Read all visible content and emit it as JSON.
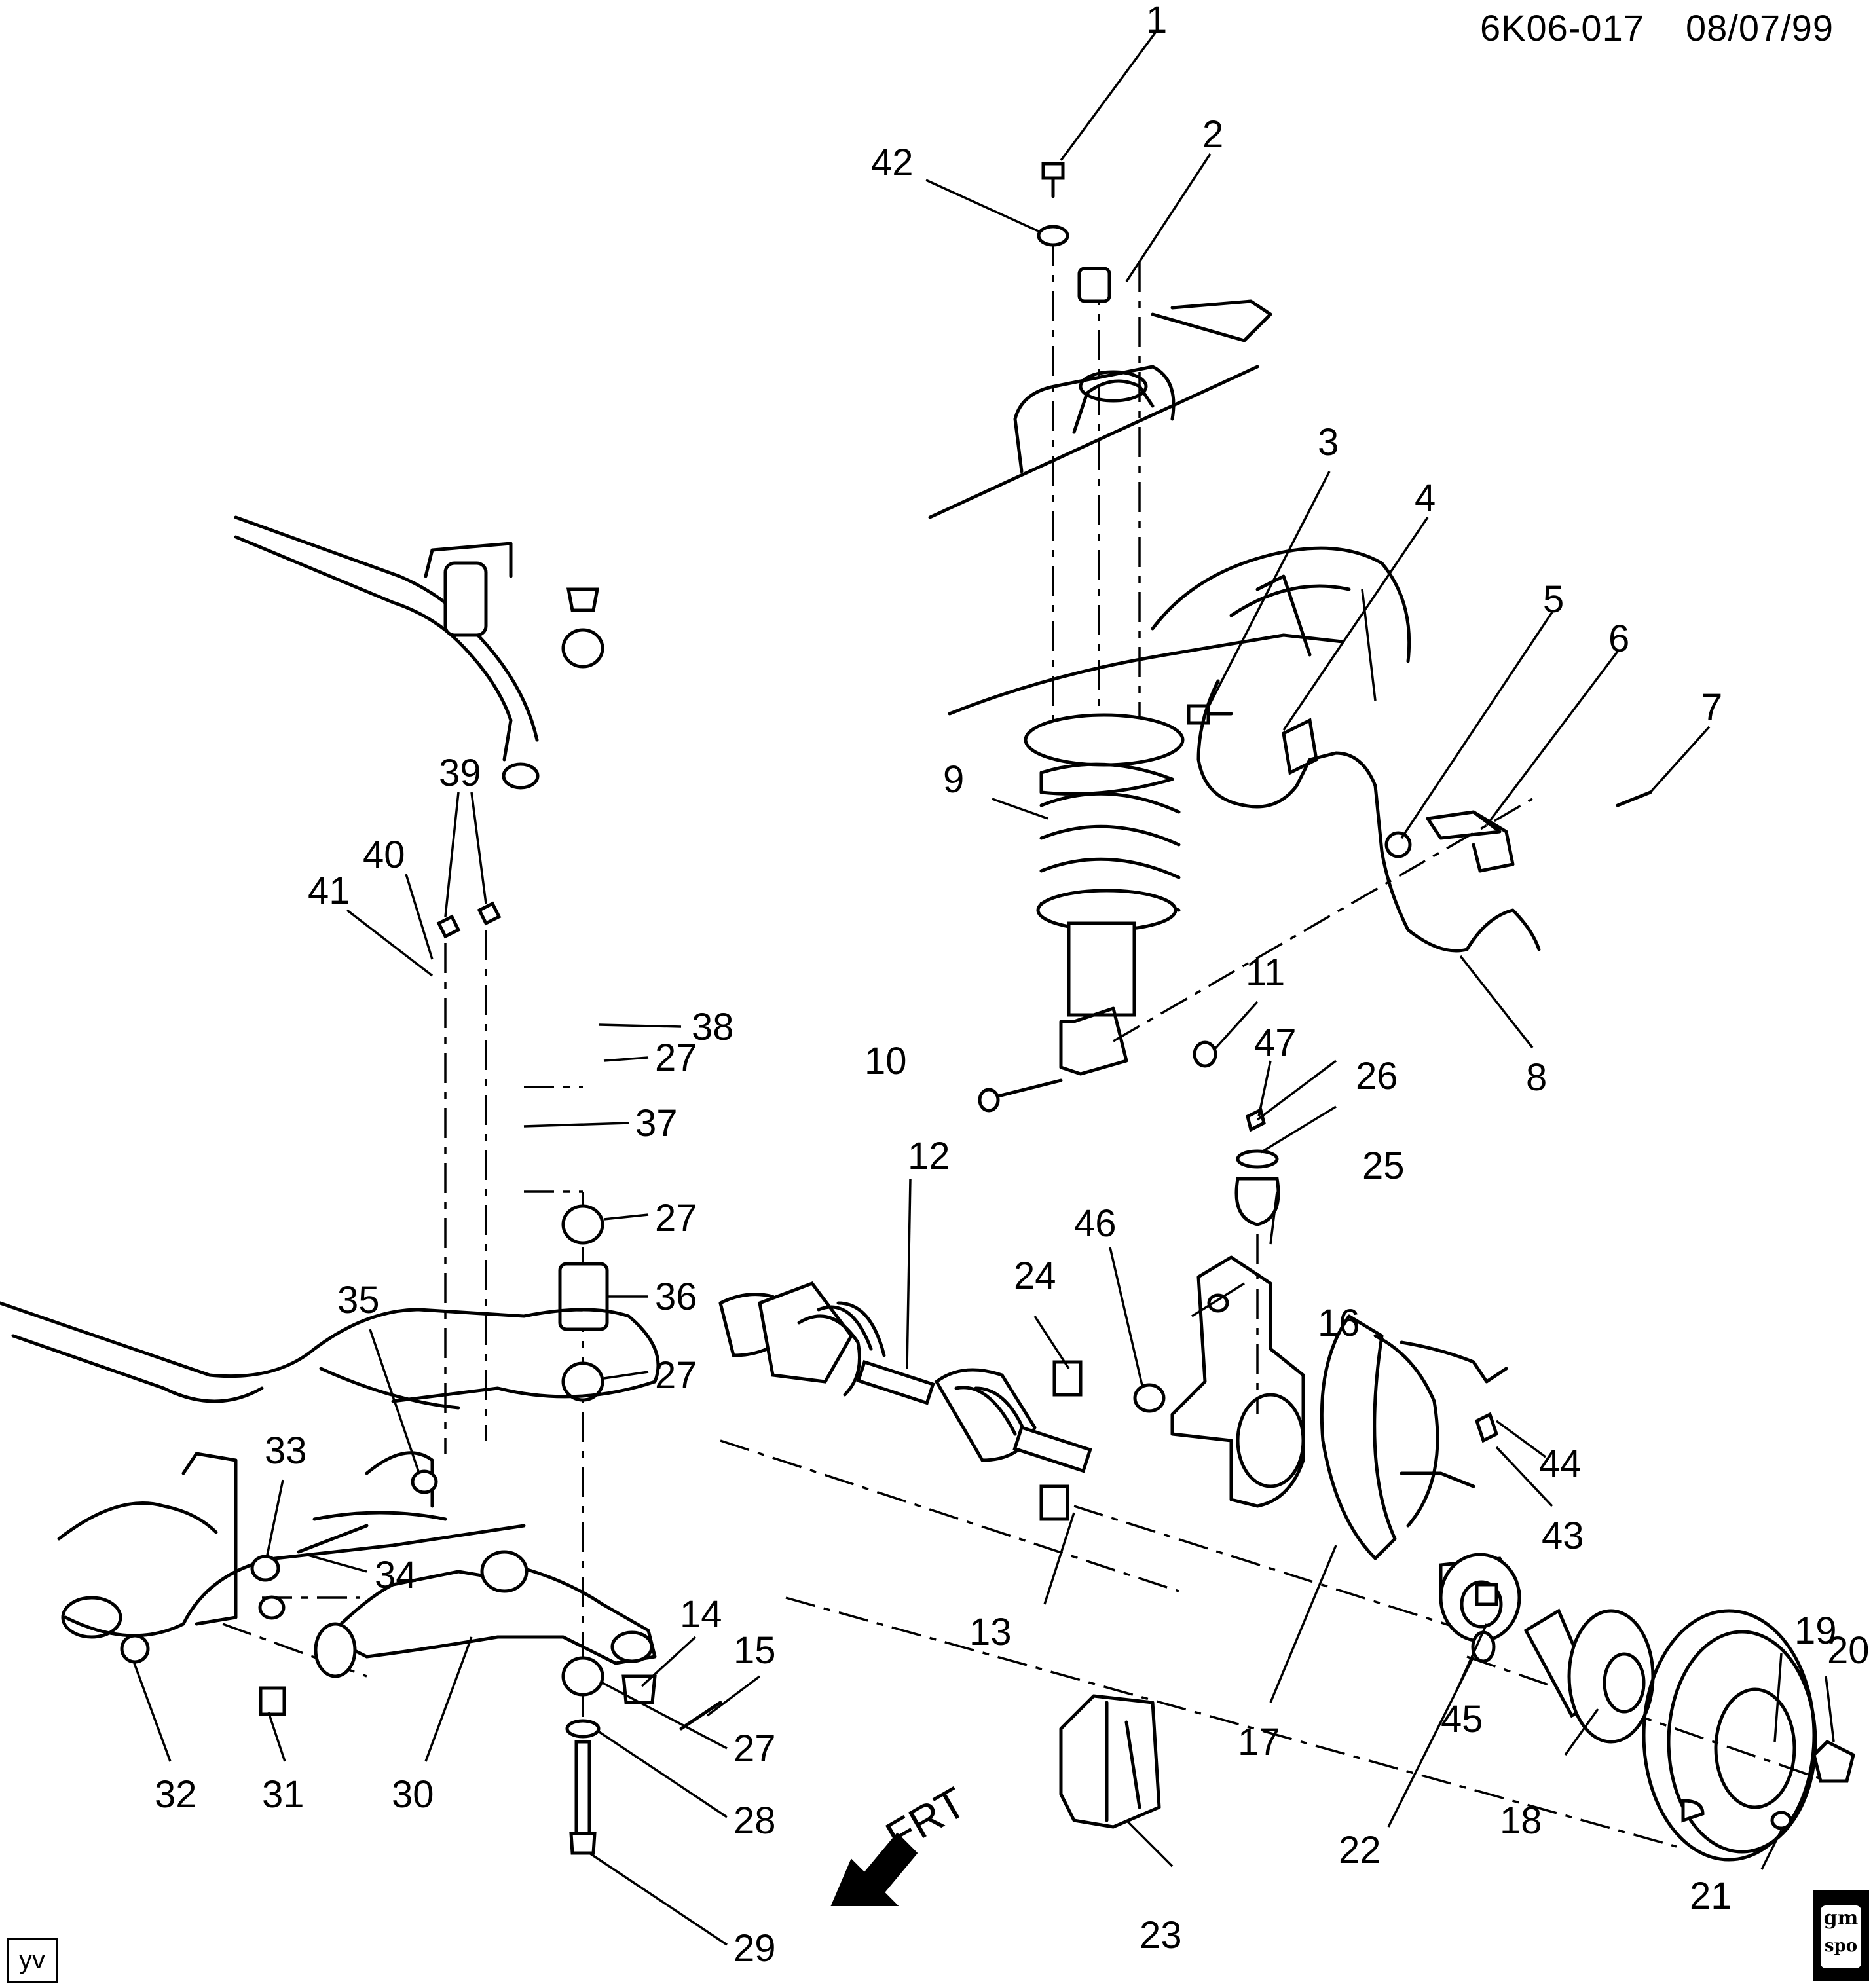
{
  "header": {
    "code": "6K06-017",
    "date": "08/07/99"
  },
  "footer": {
    "initials": "yv",
    "logo_top": "gm",
    "logo_bottom": "spo"
  },
  "direction": {
    "label": "FRT",
    "icon": "arrow-down-left-icon"
  },
  "callouts": [
    {
      "id": "c1",
      "text": "1"
    },
    {
      "id": "c2",
      "text": "2"
    },
    {
      "id": "c3",
      "text": "3"
    },
    {
      "id": "c4",
      "text": "4"
    },
    {
      "id": "c5",
      "text": "5"
    },
    {
      "id": "c6",
      "text": "6"
    },
    {
      "id": "c7",
      "text": "7"
    },
    {
      "id": "c8",
      "text": "8"
    },
    {
      "id": "c9",
      "text": "9"
    },
    {
      "id": "c10",
      "text": "10"
    },
    {
      "id": "c11",
      "text": "11"
    },
    {
      "id": "c12",
      "text": "12"
    },
    {
      "id": "c13",
      "text": "13"
    },
    {
      "id": "c14",
      "text": "14"
    },
    {
      "id": "c15",
      "text": "15"
    },
    {
      "id": "c16",
      "text": "16"
    },
    {
      "id": "c17",
      "text": "17"
    },
    {
      "id": "c18",
      "text": "18"
    },
    {
      "id": "c19",
      "text": "19"
    },
    {
      "id": "c20",
      "text": "20"
    },
    {
      "id": "c21",
      "text": "21"
    },
    {
      "id": "c22",
      "text": "22"
    },
    {
      "id": "c23",
      "text": "23"
    },
    {
      "id": "c24",
      "text": "24"
    },
    {
      "id": "c25",
      "text": "25"
    },
    {
      "id": "c26",
      "text": "26"
    },
    {
      "id": "c27a",
      "text": "27"
    },
    {
      "id": "c27b",
      "text": "27"
    },
    {
      "id": "c27c",
      "text": "27"
    },
    {
      "id": "c27d",
      "text": "27"
    },
    {
      "id": "c28",
      "text": "28"
    },
    {
      "id": "c29",
      "text": "29"
    },
    {
      "id": "c30",
      "text": "30"
    },
    {
      "id": "c31",
      "text": "31"
    },
    {
      "id": "c32",
      "text": "32"
    },
    {
      "id": "c33",
      "text": "33"
    },
    {
      "id": "c34",
      "text": "34"
    },
    {
      "id": "c35",
      "text": "35"
    },
    {
      "id": "c36",
      "text": "36"
    },
    {
      "id": "c37",
      "text": "37"
    },
    {
      "id": "c38",
      "text": "38"
    },
    {
      "id": "c39",
      "text": "39"
    },
    {
      "id": "c40",
      "text": "40"
    },
    {
      "id": "c41",
      "text": "41"
    },
    {
      "id": "c42",
      "text": "42"
    },
    {
      "id": "c43",
      "text": "43"
    },
    {
      "id": "c44",
      "text": "44"
    },
    {
      "id": "c45",
      "text": "45"
    },
    {
      "id": "c46",
      "text": "46"
    },
    {
      "id": "c47",
      "text": "47"
    }
  ]
}
